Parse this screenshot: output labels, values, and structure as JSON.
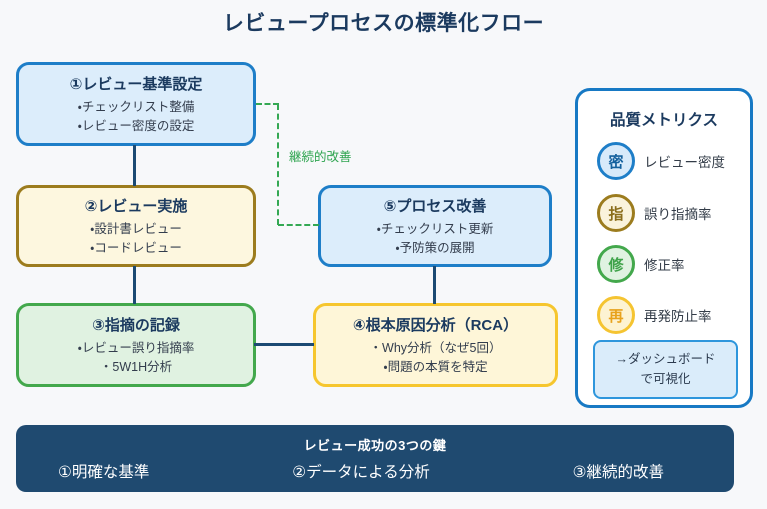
{
  "title": "レビュープロセスの標準化フロー",
  "flow": {
    "boxes": [
      {
        "title": "①レビュー基準設定",
        "bullets": [
          "・チェックリスト整備",
          "・レビュー密度の設定"
        ]
      },
      {
        "title": "②レビュー実施",
        "bullets": [
          "・設計書レビュー",
          "・コードレビュー"
        ]
      },
      {
        "title": "③指摘の記録",
        "bullets": [
          "・レビュー誤り指摘率",
          "・5W1H分析"
        ]
      },
      {
        "title": "④根本原因分析（RCA）",
        "bullets": [
          "・Why分析（なぜ5回）",
          "・問題の本質を特定"
        ]
      },
      {
        "title": "⑤プロセス改善",
        "bullets": [
          "・チェックリスト更新",
          "・予防策の展開"
        ]
      }
    ],
    "feedback_label": "継続的改善"
  },
  "metrics_panel": {
    "title": "品質メトリクス",
    "items": [
      {
        "badge": "密",
        "label": "レビュー密度"
      },
      {
        "badge": "指",
        "label": "誤り指摘率"
      },
      {
        "badge": "修",
        "label": "修正率"
      },
      {
        "badge": "再",
        "label": "再発防止率"
      }
    ],
    "note": {
      "line1": "→ダッシュボード",
      "line2": "で可視化"
    }
  },
  "footer": {
    "title": "レビュー成功の3つの鍵",
    "items": [
      "①明確な基準",
      "②データによる分析",
      "③継続的改善"
    ]
  },
  "colors": {
    "background": "#f7f8fa",
    "navy_text": "#1b3a5f",
    "connector": "#1c4a73",
    "footer_bg": "#1f4a70",
    "blue_border": "#1e7ec8",
    "blue_fill": "#dcedfb",
    "gold_border": "#9c7c1e",
    "cream_fill": "#fdf7df",
    "green_border": "#43a84c",
    "green_fill": "#e0f2e1",
    "yellow_border": "#f6c62e",
    "yellow_fill": "#fef6d8",
    "dashed_green": "#34a853",
    "note_border": "#2e96dc",
    "note_fill": "#daecfa"
  }
}
